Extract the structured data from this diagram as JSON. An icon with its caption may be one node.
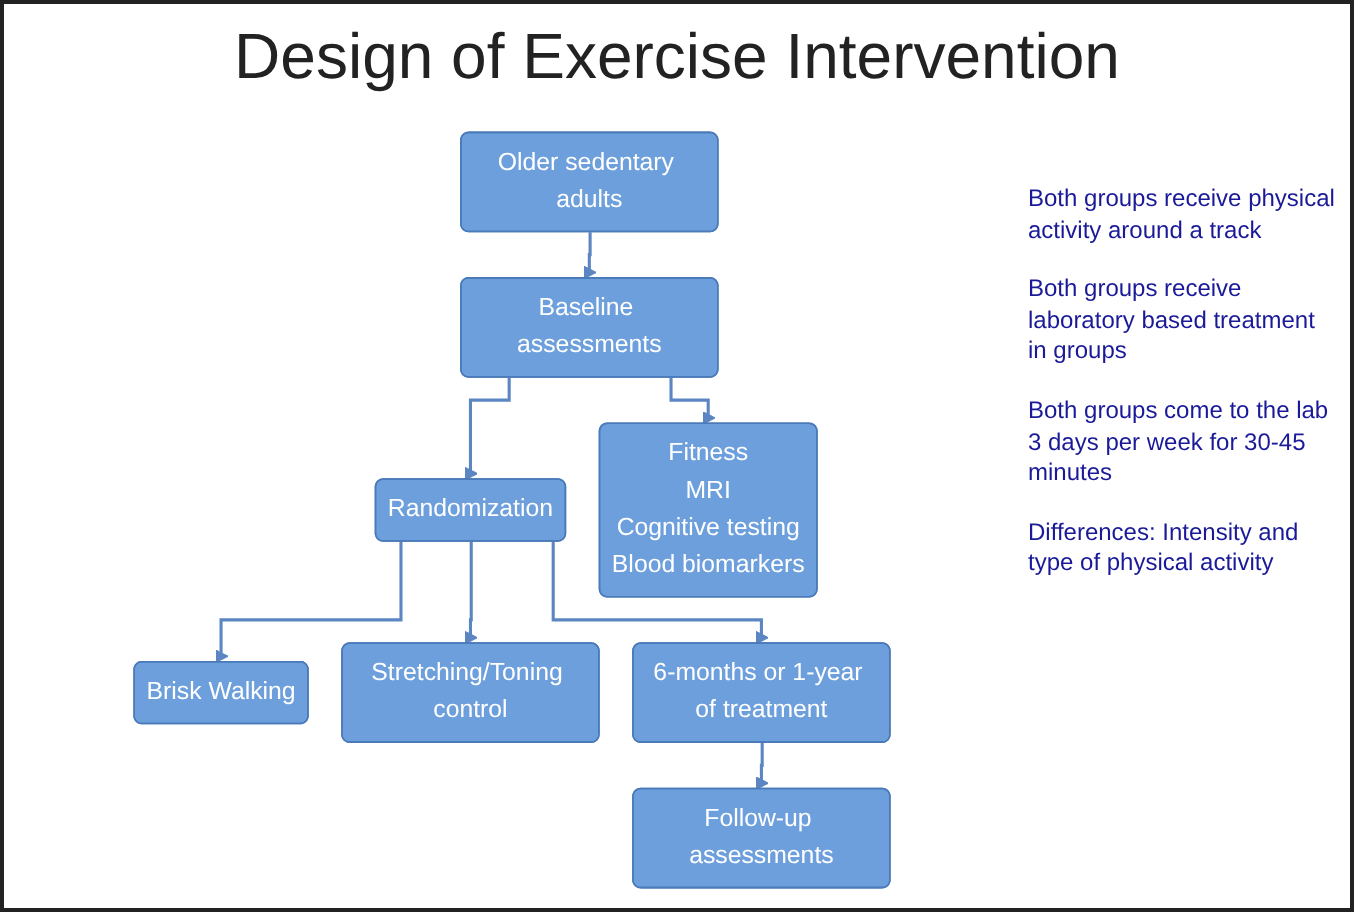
{
  "diagram": {
    "title": "Design of Exercise Intervention",
    "nodes": [
      {
        "text": [
          "Older sedentary adults"
        ]
      },
      {
        "text": [
          "Baseline assessments"
        ]
      },
      {
        "text": [
          "Fitness",
          "MRI",
          "Cognitive testing",
          "Blood biomarkers"
        ]
      },
      {
        "text": [
          "Randomization"
        ]
      },
      {
        "text": [
          "Brisk Walking"
        ]
      },
      {
        "text": [
          "Stretching/Toning control"
        ]
      },
      {
        "text": [
          "6-months or 1-year of treatment"
        ]
      },
      {
        "text": [
          "Follow-up assessments"
        ]
      }
    ],
    "edges": [
      {
        "from": 0,
        "to": 1,
        "arrow": "to"
      },
      {
        "from": 1,
        "to": 2,
        "arrow": "to"
      },
      {
        "from": 1,
        "to": 3,
        "arrow": "to"
      },
      {
        "from": 3,
        "to": 4,
        "arrow": "to"
      },
      {
        "from": 3,
        "to": 5,
        "arrow": "to"
      },
      {
        "from": 3,
        "to": 6,
        "arrow": "to"
      },
      {
        "from": 6,
        "to": 7,
        "arrow": "to"
      }
    ],
    "labels": [
      "Both groups receive physical activity around a track",
      "Both groups receive laboratory based treatment in groups",
      "Both groups come to the lab 3 days per week for 30-45 minutes",
      "Differences: Intensity and type of physical activity"
    ]
  }
}
